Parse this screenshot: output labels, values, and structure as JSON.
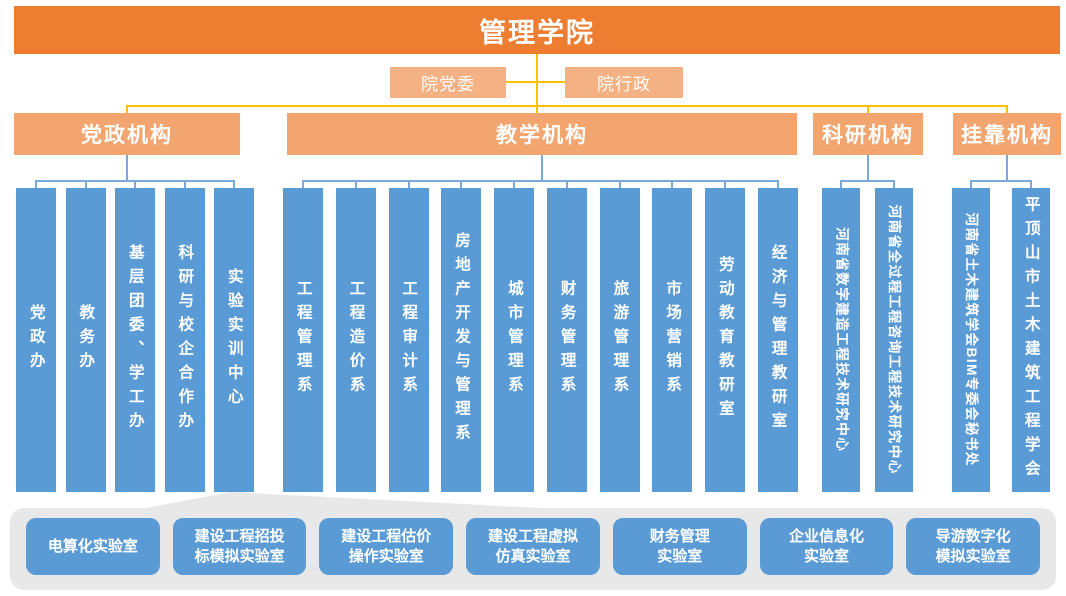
{
  "title": "管理学院",
  "colors": {
    "banner": "#ED7D31",
    "level2_box": "#F4B183",
    "group_header": "#F2A56E",
    "department_column": "#5B9BD5",
    "connector_gold": "#FFC000",
    "connector_blue": "#7BA9DA",
    "panel_gray": "#E9E8E8",
    "text": "#FFFFFF"
  },
  "level2": {
    "party": "院党委",
    "admin": "院行政"
  },
  "groups": [
    {
      "label": "党政机构",
      "items": [
        "党政办",
        "教务办",
        "基层团委、学工办",
        "科研与校企合作办",
        "实验实训中心"
      ]
    },
    {
      "label": "教学机构",
      "items": [
        "工程管理系",
        "工程造价系",
        "工程审计系",
        "房地产开发与管理系",
        "城市管理系",
        "财务管理系",
        "旅游管理系",
        "市场营销系",
        "劳动教育教研室",
        "经济与管理教研室"
      ]
    },
    {
      "label": "科研机构",
      "items": [
        "河南省数字建造工程技术研究中心",
        "河南省全过程工程咨询工程技术研究中心"
      ]
    },
    {
      "label": "挂靠机构",
      "items": [
        "河南省土木建筑学会BIM专委会秘书处",
        "平顶山市土木建筑工程学会"
      ]
    }
  ],
  "labs": [
    "电算化实验室",
    "建设工程招投\n标模拟实验室",
    "建设工程估价\n操作实验室",
    "建设工程虚拟\n仿真实验室",
    "财务管理\n实验室",
    "企业信息化\n实验室",
    "导游数字化\n模拟实验室"
  ]
}
